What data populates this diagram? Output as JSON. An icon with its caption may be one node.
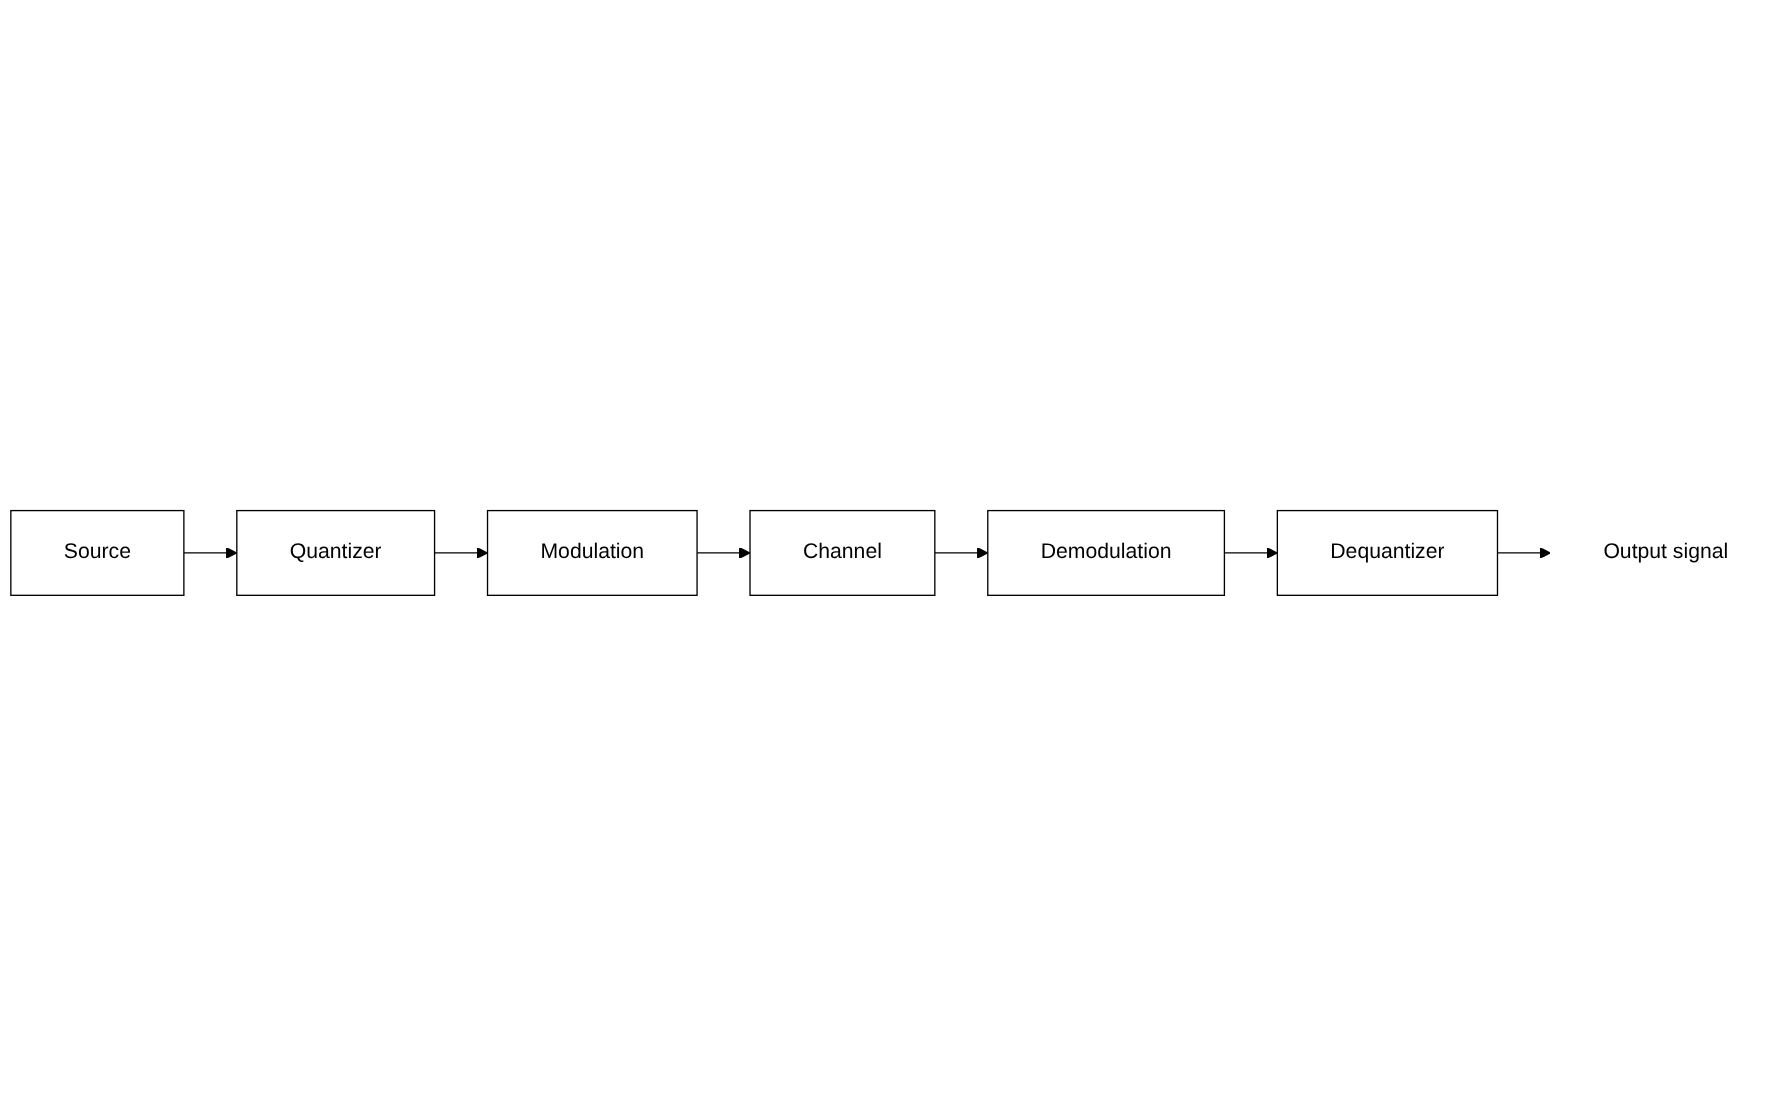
{
  "diagram": {
    "nodes": [
      {
        "text": [
          "Source"
        ]
      },
      {
        "text": [
          "Quantizer"
        ]
      },
      {
        "text": [
          "Modulation"
        ]
      },
      {
        "text": [
          "Channel"
        ]
      },
      {
        "text": [
          "Demodulation"
        ]
      },
      {
        "text": [
          "Dequantizer"
        ]
      },
      {
        "text": [
          "Output signal"
        ]
      }
    ],
    "edges": [
      {
        "from": 0,
        "to": 1,
        "arrow": "to"
      },
      {
        "from": 1,
        "to": 2,
        "arrow": "to"
      },
      {
        "from": 2,
        "to": 3,
        "arrow": "to"
      },
      {
        "from": 3,
        "to": 4,
        "arrow": "to"
      },
      {
        "from": 4,
        "to": 5,
        "arrow": "to"
      },
      {
        "from": 5,
        "to": 6,
        "arrow": "to"
      }
    ]
  }
}
